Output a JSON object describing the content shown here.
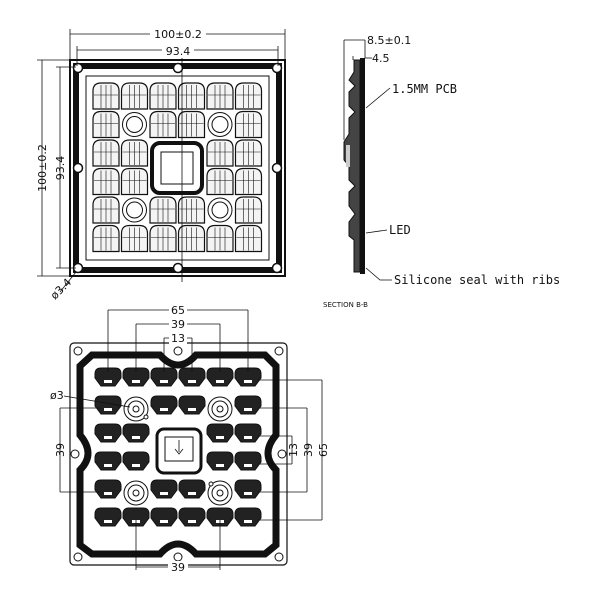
{
  "top_view": {
    "width_overall": "100±0.2",
    "width_inner": "93.4",
    "height_overall": "100±0.2",
    "height_inner": "93.4",
    "hole_diameter": "ø3.4",
    "grid": {
      "rows": 6,
      "cols": 6
    }
  },
  "section_view": {
    "thickness_overall": "8.5±0.1",
    "thickness_base": "4.5",
    "callout_pcb": "1.5MM PCB",
    "callout_led": "LED",
    "callout_seal": "Silicone seal with ribs",
    "title": "SECTION B-B"
  },
  "bottom_view": {
    "pitch_outer_top": "65",
    "pitch_mid_top": "39",
    "pitch_inner_top": "13",
    "pitch_outer_right": "65",
    "pitch_mid_right": "39",
    "pitch_inner_right": "13",
    "pitch_left": "39",
    "pitch_bottom": "39",
    "hole_diameter": "ø3"
  },
  "colors": {
    "ink": "#111111",
    "paper": "#ffffff",
    "lens_fill": "#e8e8e8"
  }
}
